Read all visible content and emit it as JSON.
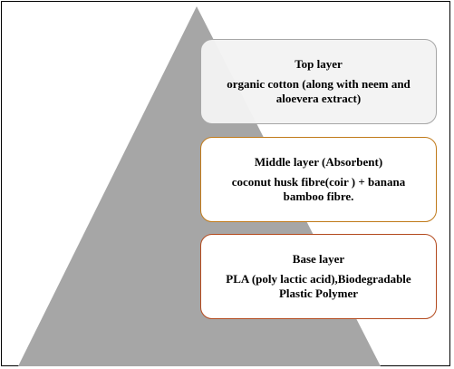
{
  "colors": {
    "pyramid_fill": "#a6a6a6",
    "top_border": "#a6a6a6",
    "middle_border": "#c07a1a",
    "base_border": "#b34a1e"
  },
  "layers": {
    "top": {
      "title": "Top layer",
      "description": "organic cotton (along with neem and\naloevera extract)"
    },
    "middle": {
      "title": "Middle layer (Absorbent)",
      "description": "coconut husk fibre(coir ) + banana\nbamboo fibre."
    },
    "base": {
      "title": "Base layer",
      "description": "PLA (poly lactic acid),Biodegradable\nPlastic Polymer"
    }
  }
}
